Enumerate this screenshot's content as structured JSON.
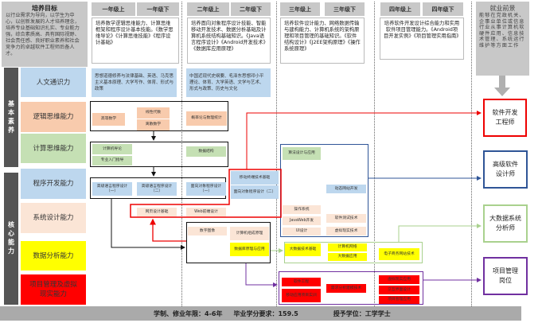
{
  "goal": {
    "title": "培养目标",
    "text": "以行业需求为导向，以学生为中心，以创新发展的人才培养理念，培养专业基础知识扎实、专业能力强，综合素质高、具有国际视野、社会责任感、良好职业素养和社会竞争力的卓越软件工程师后备人才。"
  },
  "years": [
    "一年级上",
    "一年级下",
    "二年级上",
    "二年级下",
    "三年级上",
    "三年级下",
    "四年级上",
    "四年级下"
  ],
  "descs": [
    "培养数学逻辑思维能力、计算思维框架和程序设计基本技能。《数学思维导论》《计算思维技能》《程序设计基础》",
    "培养面向对象程序设计技能、智能移动开发技术、数据分析基础及计算机系统结构基础知识。《Java语言程序设计》《Android开发技术》《数据库应用原理》",
    "培养软件设计能力、网络数据传输与建构能力、计算机系统的架构原理和项目管理的基础知识。《软件结构设计》《J2EE架构原理》《操作系统原理》",
    "培养软件开发设计综合能力和实用软件项目管理能力。《Android项目开发实例》《项目管理实用指南》"
  ],
  "career": {
    "title": "就业前景",
    "text": "能够在党政机关、企事业单位或信息行业从事计算机软硬件应用、信息技术管理、系统运行维护等方面工作"
  },
  "side": {
    "basic": "基本素养",
    "core": "核心能力"
  },
  "abilities": [
    "人文通识力",
    "逻辑思维能力",
    "计算思维能力",
    "程序开发能力",
    "系统设计能力",
    "数据分析能力",
    "项目管理及虚拟现实能力"
  ],
  "courses": {
    "hum1": "思想道德修养与法律基础、英语、马克思主义基本原理、大学写作、体育、形式与政策",
    "hum2": "中国近现代史纲要、毛泽东思想邓小平理论、体育、大学英语、文学与艺术、形式与政策、历史与文化",
    "math": "高等数学",
    "linalg": "线性代数",
    "discrete": "离散数学",
    "prob": "概率论与数理统计",
    "intro": "计算机导论",
    "guide": "专业入门指导",
    "ds": "数据结构",
    "prog1": "高级语言程序设计（一）",
    "prog2": "高级语言程序设计（二）",
    "oop1": "面向对象程序设计（一）",
    "mobile": "移动终端技术基础",
    "oop2": "面向对象程序设计（二）",
    "web_basic": "网页设计基础",
    "web_front": "Web前端设计",
    "image": "数字图像",
    "arch": "计算机组成原理",
    "db": "数据库原理与应用",
    "algo": "算法设计与应用",
    "dyn": "动态网站开发",
    "os": "操作系统",
    "javaweb": "JavaWeb开发",
    "ui": "UI设计",
    "test": "软件测试技术",
    "vr": "虚拟现实技术",
    "bigdata": "大数据技术基础",
    "net": "计算机网络",
    "bdapp": "大数据应用",
    "ecom": "电子商务网站技术",
    "se": "软件工程",
    "mproj": "移动应用项目实训",
    "req": "需求分析建模技术",
    "vrapp": "虚拟现实应用",
    "ixd": "交互界面设计",
    "pm": "项目管理应用"
  },
  "jobs": [
    "软件开发工程师",
    "高级软件设计师",
    "大数据系统分析师",
    "项目管理岗位"
  ],
  "footer": {
    "years": "学制、修业年限：4-6年",
    "credits": "毕业学分要求：159.5",
    "degree": "授予学位：工学学士"
  }
}
